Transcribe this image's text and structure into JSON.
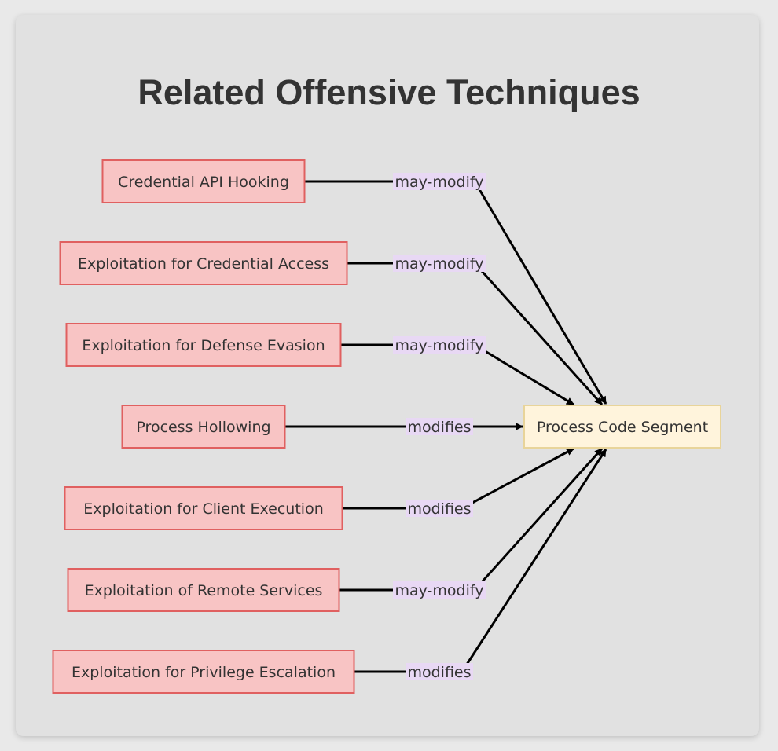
{
  "title": "Related Offensive Techniques",
  "colors": {
    "source_fill": "#f8c4c4",
    "source_stroke": "#e06060",
    "target_fill": "#fff4dc",
    "target_stroke": "#e8d49a",
    "edge": "#000000",
    "label_bg": "#e8d8f4"
  },
  "target": {
    "label": "Process Code Segment"
  },
  "techniques": [
    {
      "label": "Credential API Hooking",
      "relation": "may-modify"
    },
    {
      "label": "Exploitation for Credential Access",
      "relation": "may-modify"
    },
    {
      "label": "Exploitation for Defense Evasion",
      "relation": "may-modify"
    },
    {
      "label": "Process Hollowing",
      "relation": "modifies"
    },
    {
      "label": "Exploitation for Client Execution",
      "relation": "modifies"
    },
    {
      "label": "Exploitation of Remote Services",
      "relation": "may-modify"
    },
    {
      "label": "Exploitation for Privilege Escalation",
      "relation": "modifies"
    }
  ]
}
